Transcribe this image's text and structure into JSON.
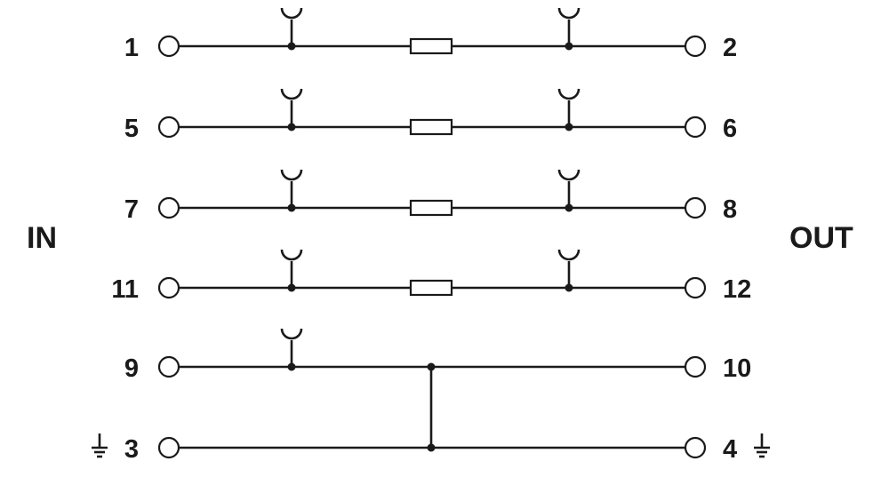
{
  "sides": {
    "input": "IN",
    "output": "OUT"
  },
  "rows": [
    {
      "left": "1",
      "right": "2",
      "resistor": true,
      "taps": [
        "in",
        "out"
      ],
      "ground": false
    },
    {
      "left": "5",
      "right": "6",
      "resistor": true,
      "taps": [
        "in",
        "out"
      ],
      "ground": false
    },
    {
      "left": "7",
      "right": "8",
      "resistor": true,
      "taps": [
        "in",
        "out"
      ],
      "ground": false
    },
    {
      "left": "11",
      "right": "12",
      "resistor": true,
      "taps": [
        "in",
        "out"
      ],
      "ground": false
    },
    {
      "left": "9",
      "right": "10",
      "resistor": false,
      "taps": [
        "in"
      ],
      "ground": false
    },
    {
      "left": "3",
      "right": "4",
      "resistor": false,
      "taps": [],
      "ground": true
    }
  ],
  "bridge": {
    "from_row": 4,
    "to_row": 5
  },
  "colors": {
    "line": "#1a1a1a",
    "background": "#ffffff"
  }
}
